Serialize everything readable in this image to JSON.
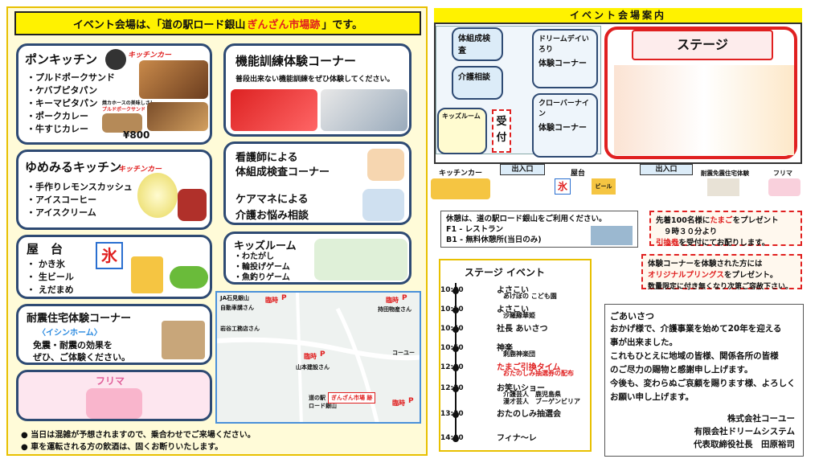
{
  "banner": {
    "prefix": "イベント会場は、「道の駅ロード銀山",
    "highlight": "ぎんざん市場跡",
    "suffix": "」です。"
  },
  "pon": {
    "title": "ポンキッチン",
    "tag": "キッチンカー",
    "items": [
      "・プルドポークサンド",
      "・ケバブピタパン",
      "・キーマピタパン",
      "・ポークカレー",
      "・牛すじカレー"
    ],
    "price": "¥800",
    "menu_note": "焼カホースの美味しさ！",
    "menu_name": "プルドポークサンド"
  },
  "yume": {
    "title": "ゆめみるキッチン",
    "tag": "キッチンカー",
    "items": [
      "・手作りレモンスカッシュ",
      "・アイスコーヒー",
      "・アイスクリーム"
    ]
  },
  "yatai": {
    "title": "屋　台",
    "items": [
      "・ かき氷",
      "・ 生ビール",
      "・ えだまめ"
    ],
    "ice": "氷"
  },
  "taishin": {
    "title": "耐震住宅体験コーナー",
    "sub": "〈イシンホーム〉",
    "body1": "免震・耐震の効果を",
    "body2": "ぜひ、ご体験ください。"
  },
  "furima": {
    "title": "フリマ"
  },
  "kunren": {
    "title": "機能訓練体験コーナー",
    "desc": "普段出来ない機能訓練をぜひ体験してください。"
  },
  "kango": {
    "t1": "看護師による",
    "t2": "体組成検査コーナー",
    "t3": "ケアマネによる",
    "t4": "介護お悩み相談"
  },
  "kids": {
    "title": "キッズルーム",
    "items": [
      "・わたがし",
      "・輪投げゲーム",
      "・魚釣りゲーム"
    ]
  },
  "map": {
    "labels": [
      "JA石見銀山",
      "自動車講さん",
      "臨時",
      "P",
      "臨時",
      "P",
      "持田物産さん",
      "岩谷工務店さん",
      "臨時",
      "P",
      "山本建設さん",
      "コーユー",
      "道の駅",
      "ロード銀山",
      "ぎんざん市場 跡",
      "臨時",
      "P"
    ]
  },
  "notes": [
    "● 当日は混雑が予想されますので、乗合わせでご来場ください。",
    "● 車を運転される方の飲酒は、固くお断りいたします。"
  ],
  "venue": {
    "title": "イベント会場案内",
    "booths": [
      "体組成検査",
      "介護相談",
      "ドリームデイいろり",
      "体験コーナー",
      "クローバーナイン",
      "体験コーナー",
      "キッズルーム",
      "受",
      "付"
    ],
    "stage": "ステージ",
    "kitchen": "キッチンカー",
    "entrance1": "出入口",
    "yatai": "屋台",
    "entrance2": "出入口",
    "taishin": "耐震免震住宅体験",
    "furima": "フリマ",
    "ice": "氷",
    "beer": "ビール"
  },
  "rest": {
    "line1": "休憩は、道の駅ロード銀山をご利用ください。",
    "line2": "F1 - レストラン",
    "line3": "B1 - 無料休憩所(当日のみ)"
  },
  "present1": {
    "pre": "先着100名様に",
    "egg": "たまご",
    "post": "をプレゼント",
    "l2": "９時３０分より",
    "l3": "引換券",
    "l3b": "を受付にてお配りします。"
  },
  "present2": {
    "l1": "体験コーナーを体験された方には",
    "l2": "オリジナルプリングス",
    "l2b": "をプレゼント。",
    "l3": "数量限定に付き無くなり次第ご容赦下さい。"
  },
  "schedule": {
    "title": "ステージ イベント",
    "events": [
      {
        "time": "10:00",
        "name": "よさこい",
        "sub": "あけぼの こども園",
        "red": false
      },
      {
        "time": "10:10",
        "name": "よさこい",
        "sub": "沙羅縁華姫",
        "red": false
      },
      {
        "time": "10:40",
        "name": "社長 あいさつ",
        "sub": "",
        "red": false
      },
      {
        "time": "10:50",
        "name": "神楽",
        "sub": "刺鹿神楽団",
        "red": false
      },
      {
        "time": "12:00",
        "name": "たまご引換タイム",
        "sub": "おたのしみ抽選券の配布",
        "red": true
      },
      {
        "time": "12:30",
        "name": "お笑いショー",
        "sub": "介護芸人　鹿児島県\n漫才芸人　ブーゲンビリア",
        "red": false
      },
      {
        "time": "13:30",
        "name": "おたのしみ抽選会",
        "sub": "",
        "red": false
      },
      {
        "time": "14:00",
        "name": "フィナ～レ",
        "sub": "",
        "red": false
      }
    ]
  },
  "greeting": {
    "title": "ごあいさつ",
    "body": [
      "おかげ様で、介護事業を始めて20年を迎える",
      "事が出来ました。",
      "これもひとえに地域の皆様、関係各所の皆様",
      "のご尽力の賜物と感謝申し上げます。",
      "今後も、変わらぬご哀顧を賜ります様、よろしく",
      "お願い申し上げます。"
    ],
    "sign1": "株式会社コーユー",
    "sign2": "有限会社ドリームシステム",
    "sign3": "代表取締役社長　田原裕司"
  },
  "colors": {
    "accent_red": "#e02020",
    "banner_yellow": "#fff200",
    "card_border": "#2e4a73"
  }
}
